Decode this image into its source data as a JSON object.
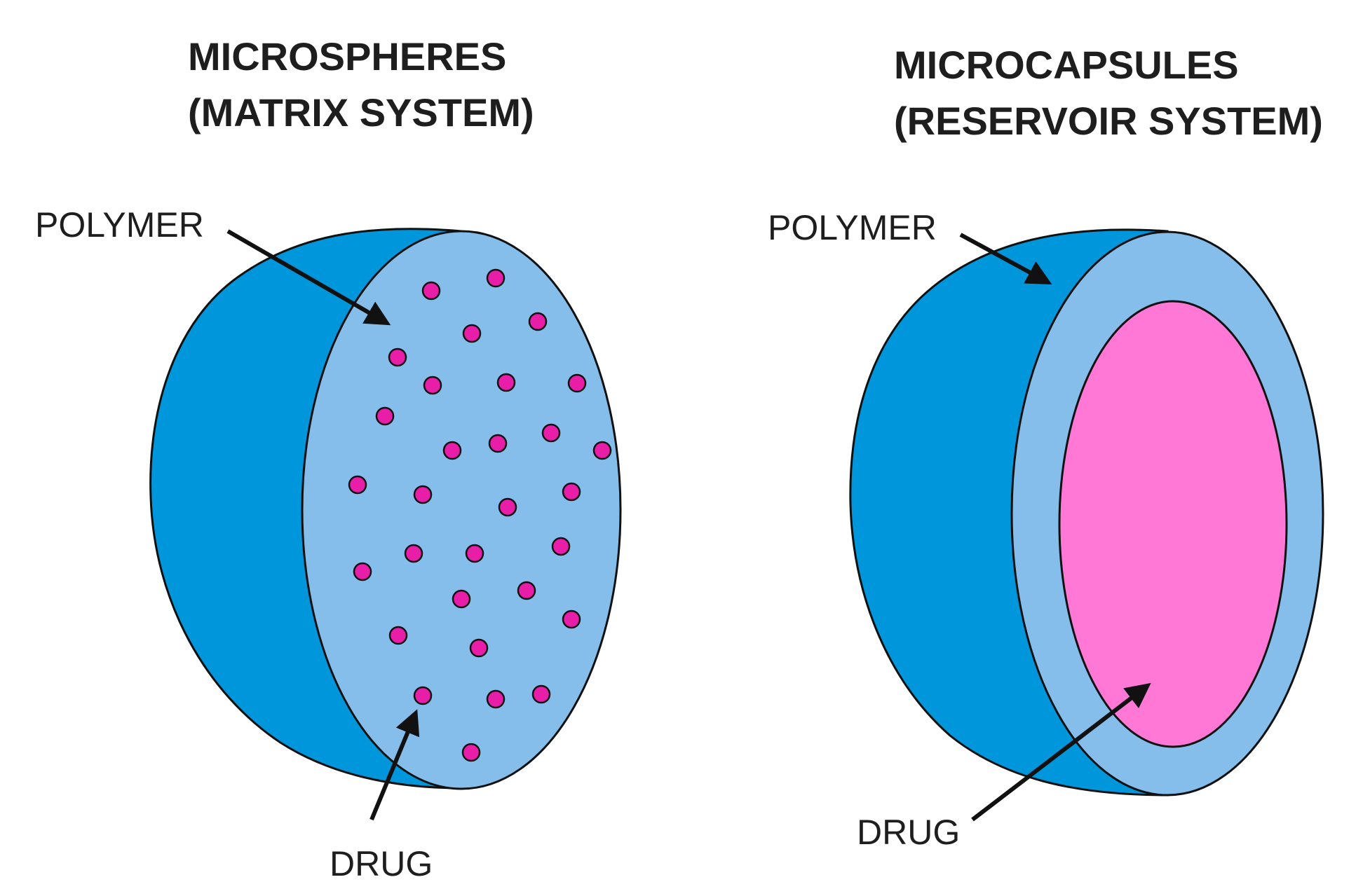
{
  "microspheres": {
    "title_line1": "MICROSPHERES",
    "title_line2": "(MATRIX SYSTEM)",
    "polymer_label": "POLYMER",
    "drug_label": "DRUG"
  },
  "microcapsules": {
    "title_line1": "MICROCAPSULES",
    "title_line2": "(RESERVOIR SYSTEM)",
    "polymer_label": "POLYMER",
    "drug_label": "DRUG"
  },
  "colors": {
    "polymer_outer": "#0096dc",
    "polymer_section": "#86beeb",
    "drug": "#ff78d6",
    "drug_particle": "#e81ea8",
    "outline": "#111111",
    "text": "#1e1e1e"
  }
}
